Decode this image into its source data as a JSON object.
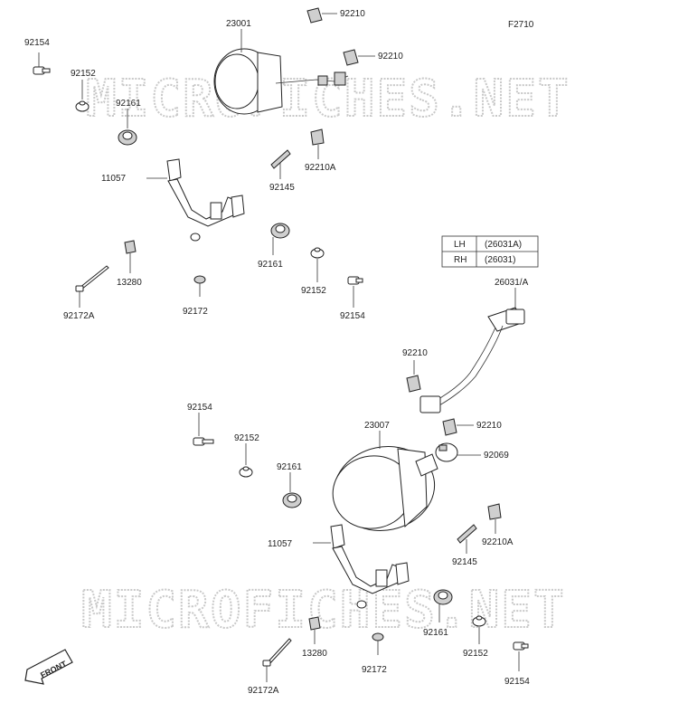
{
  "figure_code": "F2710",
  "watermark": "MICROFICHES.NET",
  "front_label": "FRONT",
  "variant_table": [
    {
      "side": "LH",
      "part": "(26031A)"
    },
    {
      "side": "RH",
      "part": "(26031)"
    }
  ],
  "labels": {
    "l_23001": "23001",
    "l_92210_a": "92210",
    "l_92210_b": "92210",
    "l_92154_a": "92154",
    "l_92152_a": "92152",
    "l_92161_a": "92161",
    "l_11057_a": "11057",
    "l_92145_a": "92145",
    "l_92210A_a": "92210A",
    "l_13280_a": "13280",
    "l_92172A_a": "92172A",
    "l_92172_a": "92172",
    "l_92161_b": "92161",
    "l_92152_b": "92152",
    "l_92154_b": "92154",
    "l_26031A": "26031/A",
    "l_92210_c": "92210",
    "l_92210_d": "92210",
    "l_23007": "23007",
    "l_92069": "92069",
    "l_92154_c": "92154",
    "l_92152_c": "92152",
    "l_92161_c": "92161",
    "l_11057_b": "11057",
    "l_92145_b": "92145",
    "l_92210A_b": "92210A",
    "l_13280_b": "13280",
    "l_92172A_b": "92172A",
    "l_92172_b": "92172",
    "l_92161_d": "92161",
    "l_92152_d": "92152",
    "l_92154_d": "92154"
  }
}
